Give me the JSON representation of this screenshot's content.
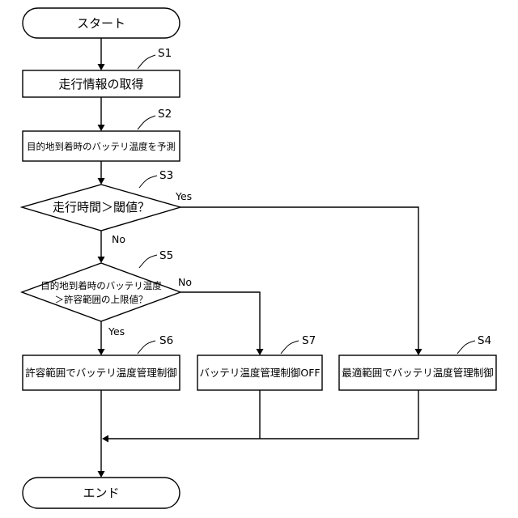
{
  "nodes": {
    "start": {
      "label": "スタート"
    },
    "s1": {
      "step": "S1",
      "label": "走行情報の取得"
    },
    "s2": {
      "step": "S2",
      "label": "目的地到着時のバッテリ温度を予測"
    },
    "s3": {
      "step": "S3",
      "label": "走行時間＞閾値？"
    },
    "s5": {
      "step": "S5",
      "label_line1": "目的地到着時のバッテリ温度",
      "label_line2": "＞許容範囲の上限値？"
    },
    "s6": {
      "step": "S6",
      "label": "許容範囲でバッテリ温度管理制御"
    },
    "s7": {
      "step": "S7",
      "label": "バッテリ温度管理制御OFF"
    },
    "s4": {
      "step": "S4",
      "label": "最適範囲でバッテリ温度管理制御"
    },
    "end": {
      "label": "エンド"
    }
  },
  "branches": {
    "s3_yes": "Yes",
    "s3_no": "No",
    "s5_no": "No",
    "s5_yes": "Yes"
  }
}
